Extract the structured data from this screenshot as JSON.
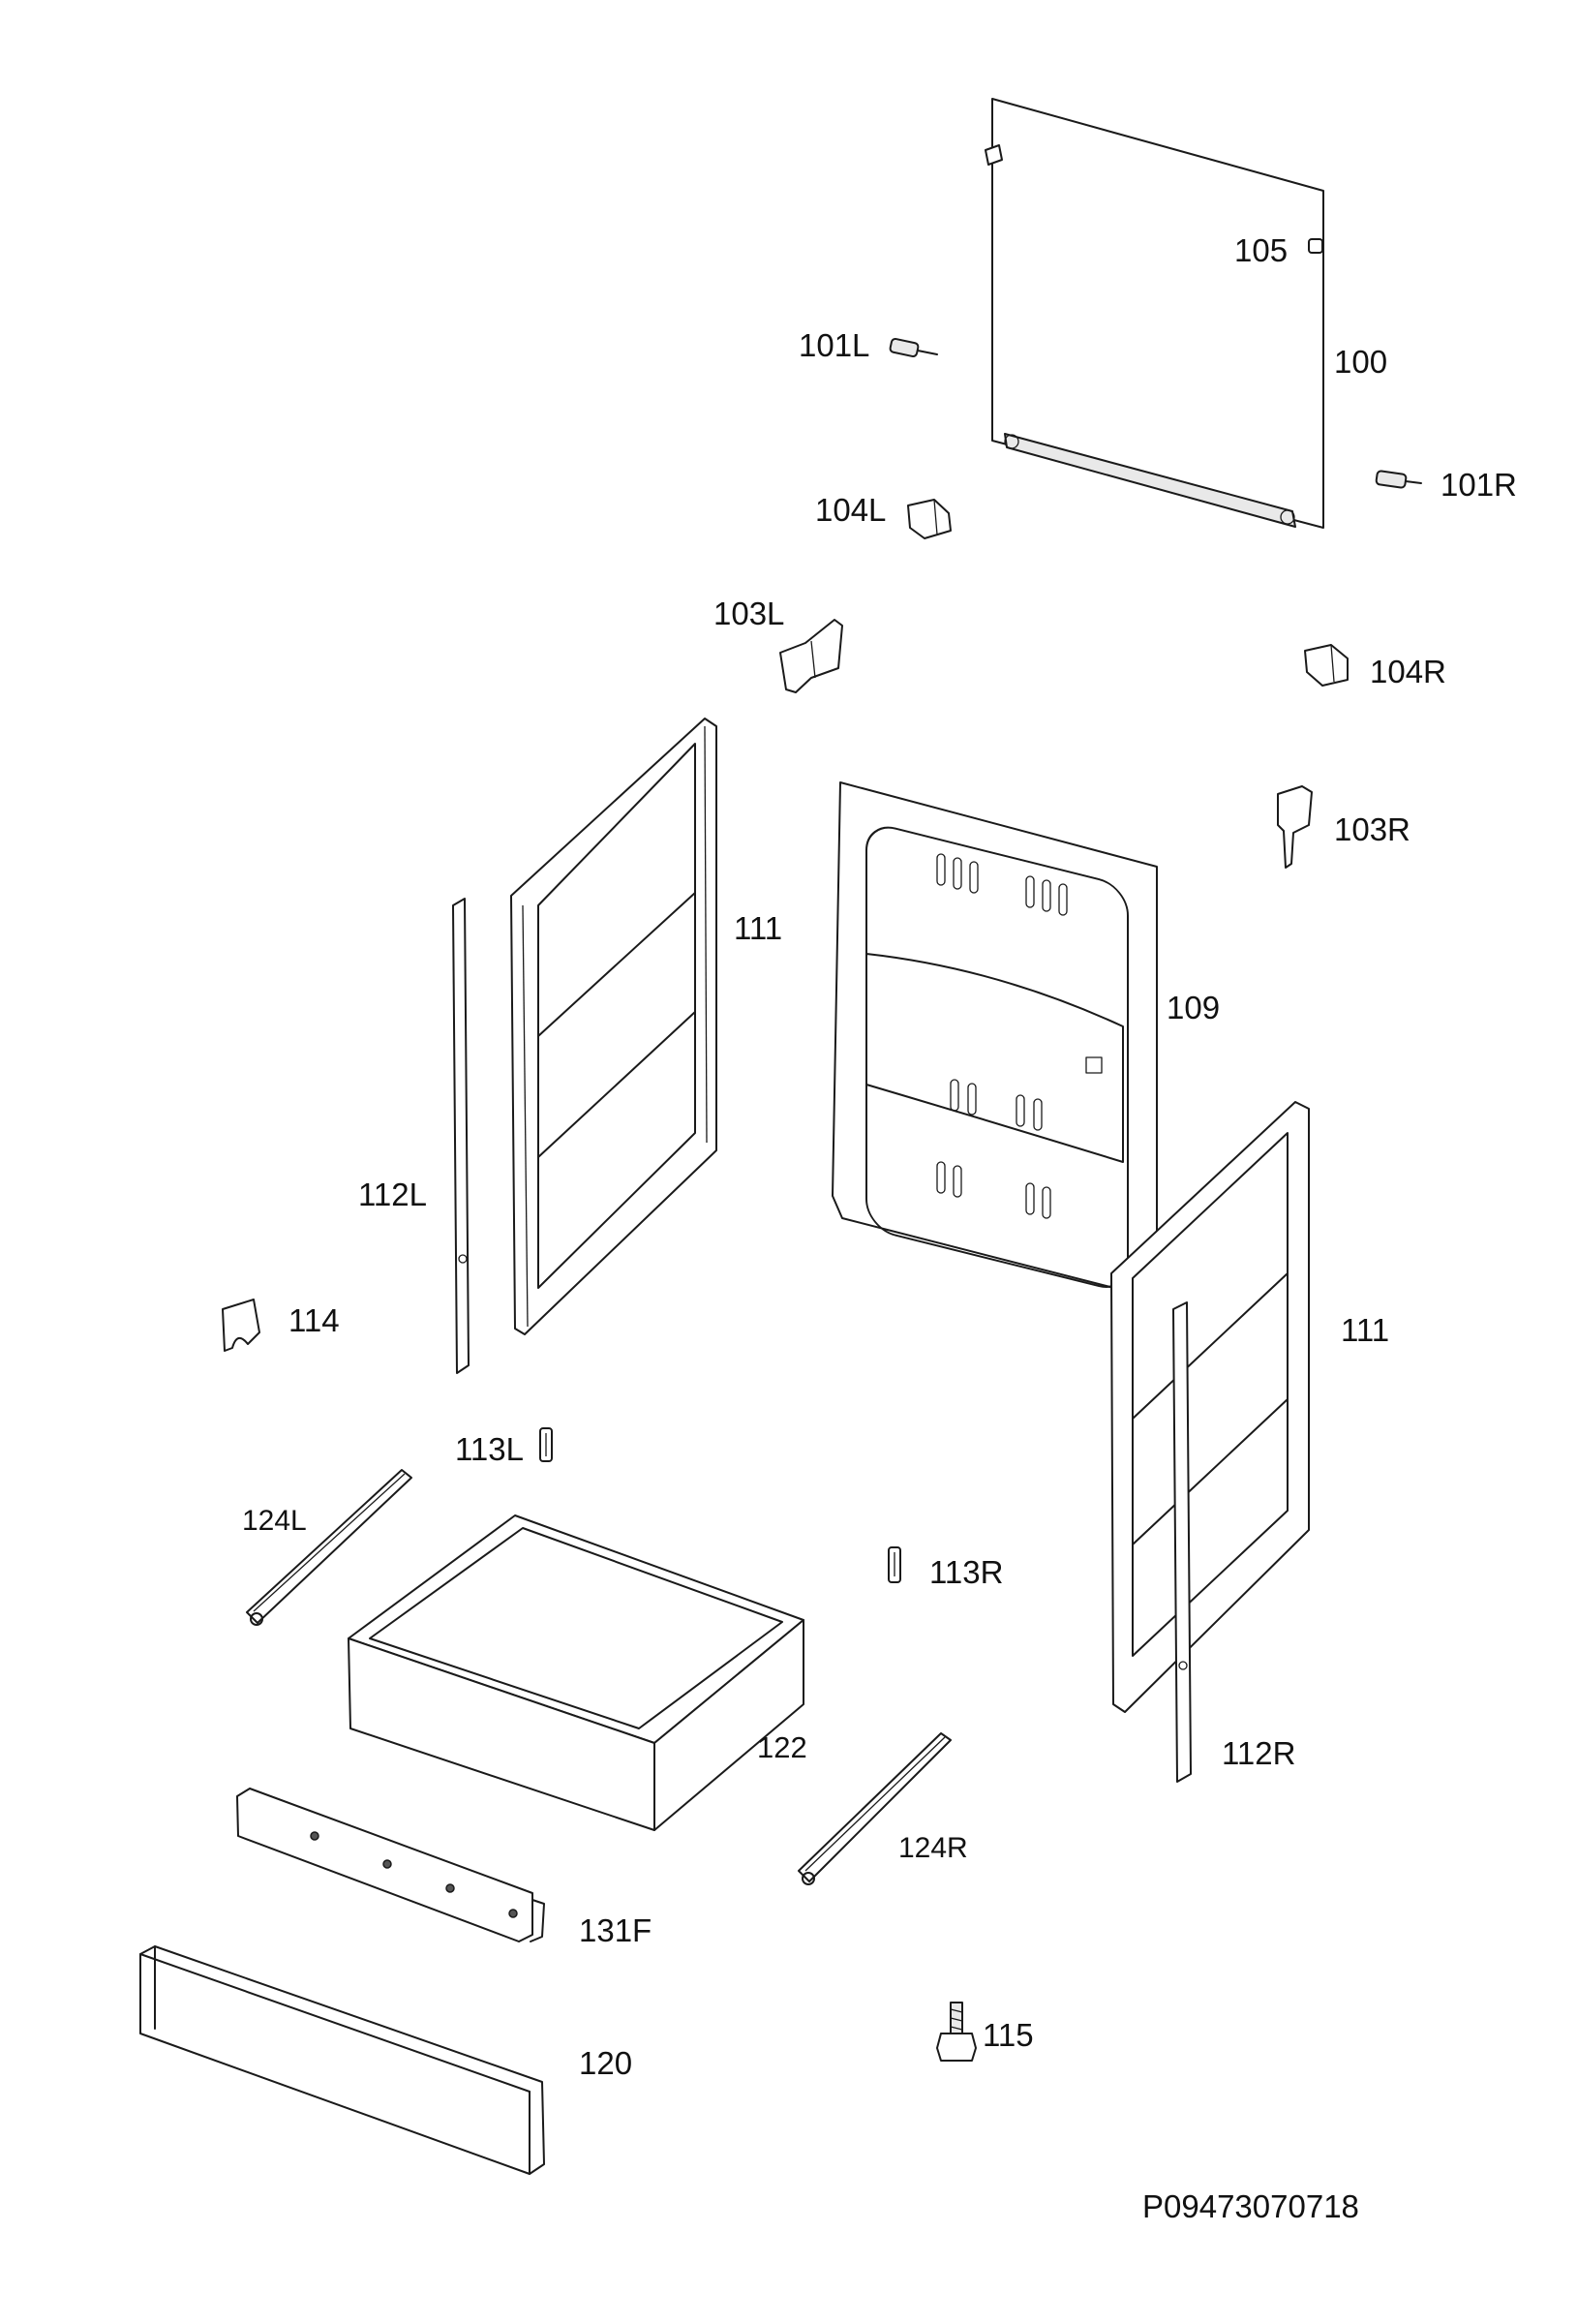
{
  "document_code": "P09473070718",
  "parts": {
    "p100": "100",
    "p105": "105",
    "p101L": "101L",
    "p101R": "101R",
    "p104L": "104L",
    "p104R": "104R",
    "p103L": "103L",
    "p103R": "103R",
    "p111_left": "111",
    "p111_right": "111",
    "p109": "109",
    "p112L": "112L",
    "p112R": "112R",
    "p114": "114",
    "p113L": "113L",
    "p113R": "113R",
    "p124L": "124L",
    "p124R": "124R",
    "p122": "122",
    "p131F": "131F",
    "p120": "120",
    "p115": "115"
  }
}
